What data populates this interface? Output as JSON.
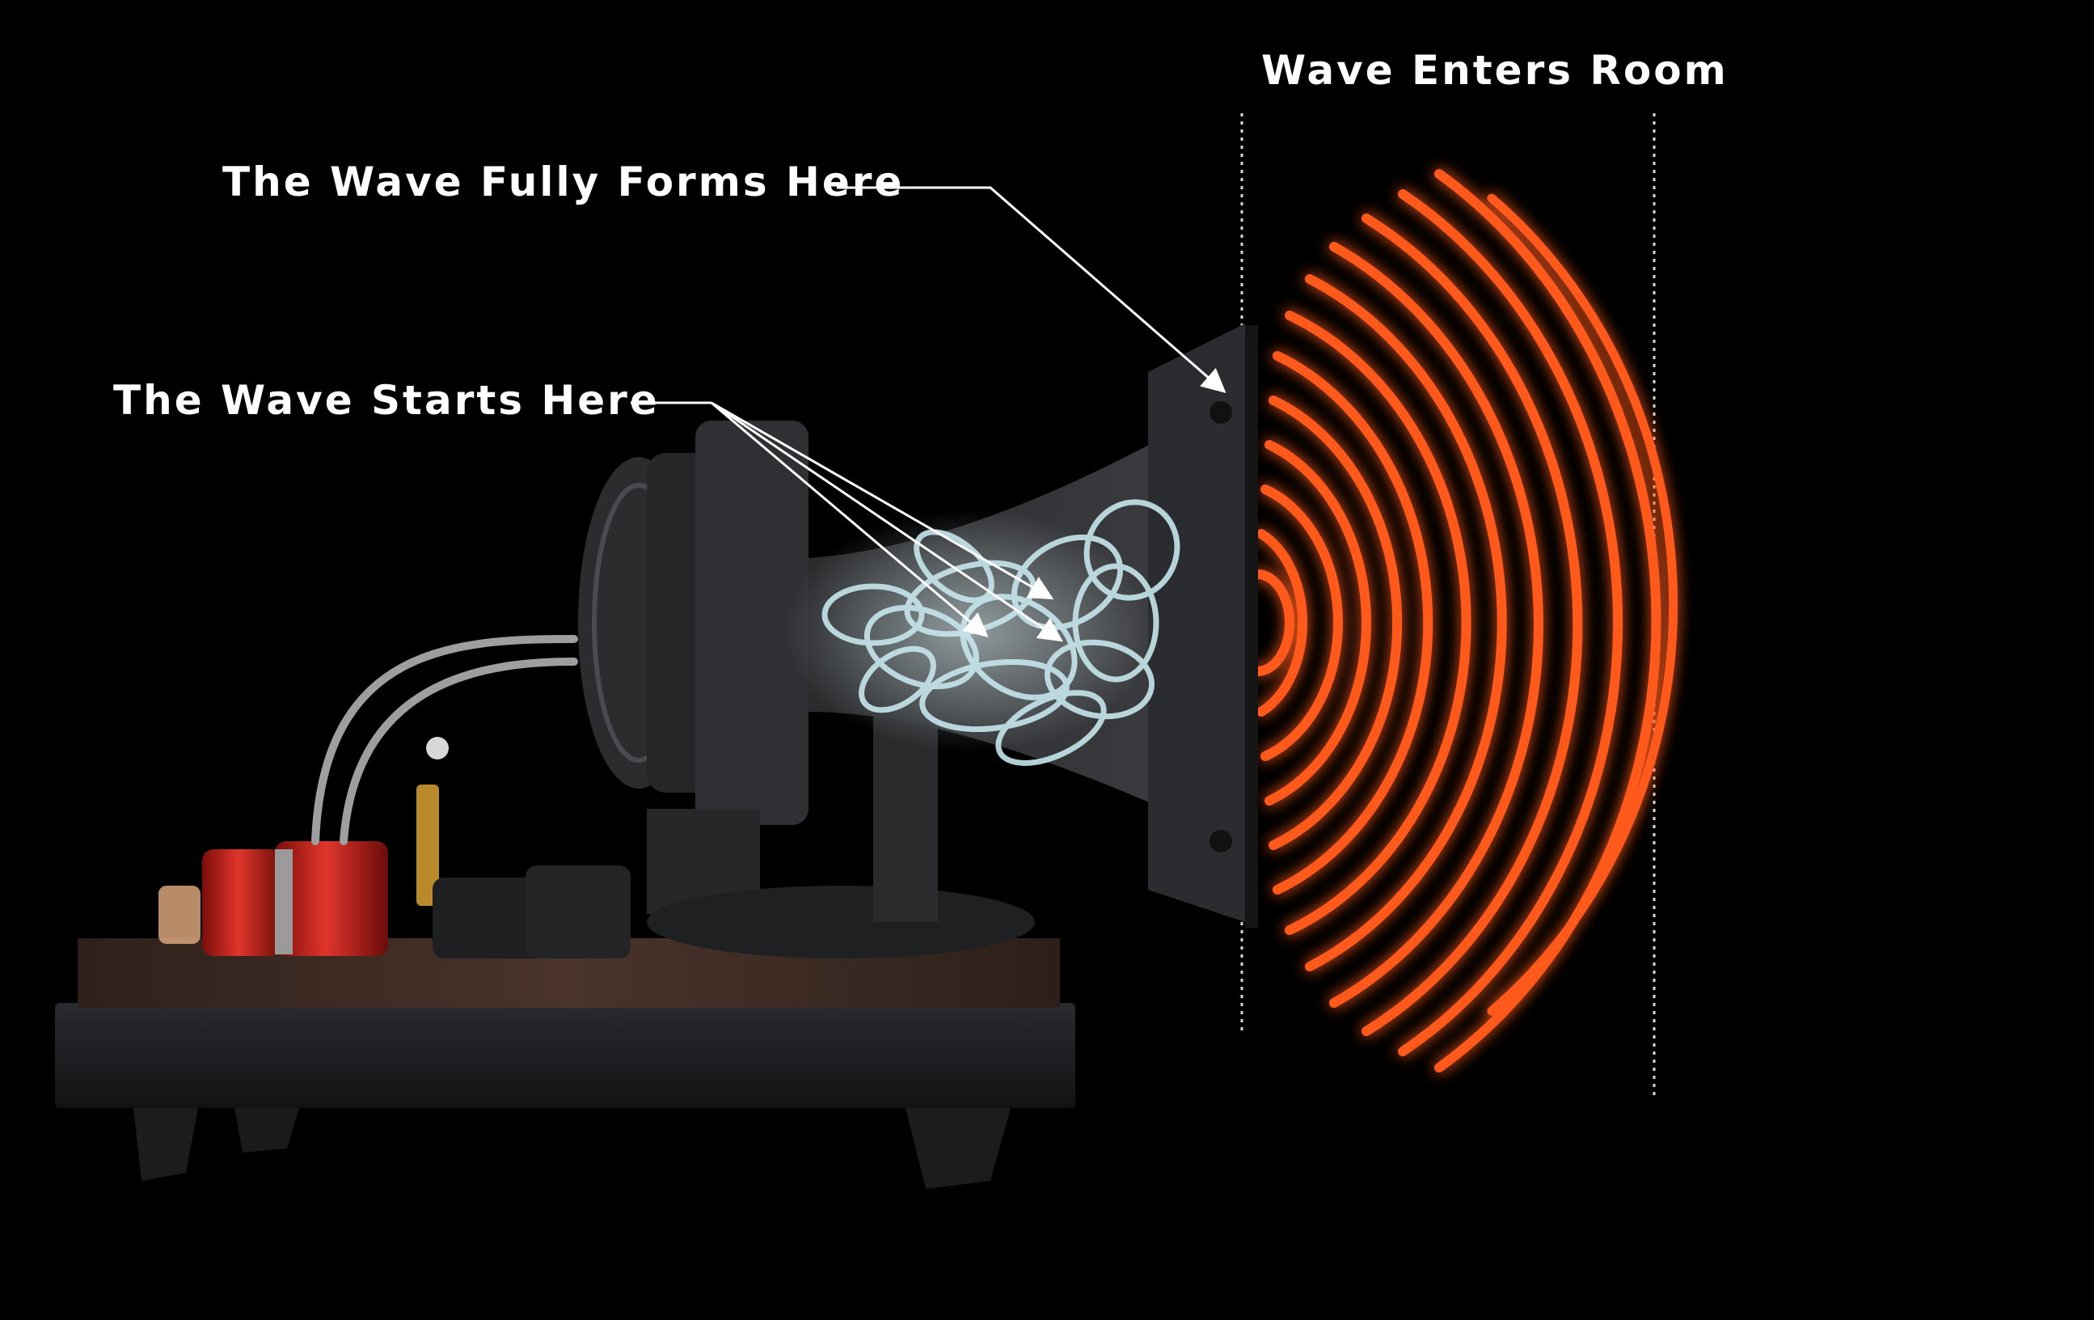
{
  "labels": {
    "wave_enters_room": "Wave Enters Room",
    "wave_fully_forms": "The Wave Fully Forms Here",
    "wave_starts": "The Wave Starts Here"
  },
  "colors": {
    "background": "#000000",
    "label_text": "#ffffff",
    "wave_rings": "#ff5a1f",
    "wave_core": "#ffb070",
    "coil_copper": "#c8201a",
    "fiber_fill": "#bfe3ea",
    "plinth_wood": "#3a2a24",
    "plinth_base": "#1a1a1c"
  },
  "icons": {
    "fiber": "fiber-tangle-icon",
    "arrow": "arrow-head-icon"
  }
}
